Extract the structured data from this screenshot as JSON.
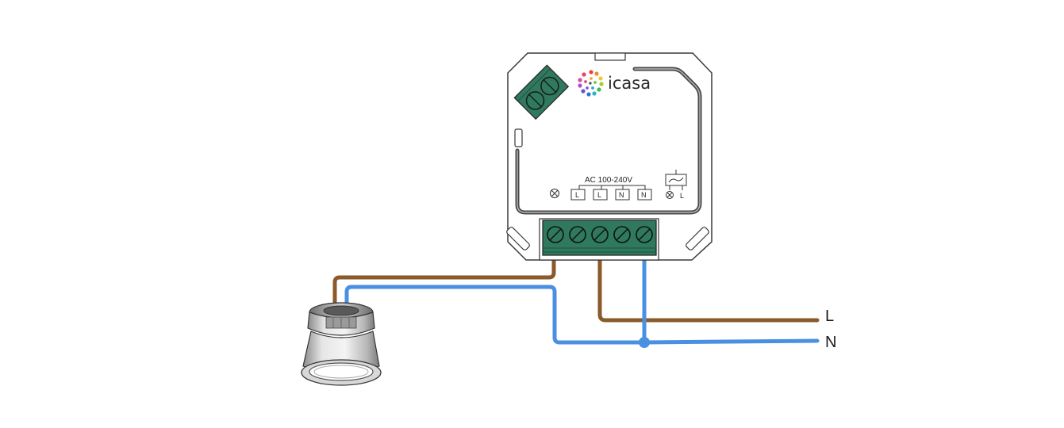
{
  "device": {
    "brand": "icasa",
    "voltage_label": "AC 100-240V",
    "input_terminals": [
      "L",
      "L",
      "N",
      "N"
    ],
    "output_label": "L"
  },
  "lines": {
    "live_label": "L",
    "neutral_label": "N"
  },
  "colors": {
    "live_wire": "#8a5a2b",
    "neutral_wire": "#4a90e2",
    "terminal_block": "#2f7a5e",
    "outline": "#3a3a3a"
  }
}
